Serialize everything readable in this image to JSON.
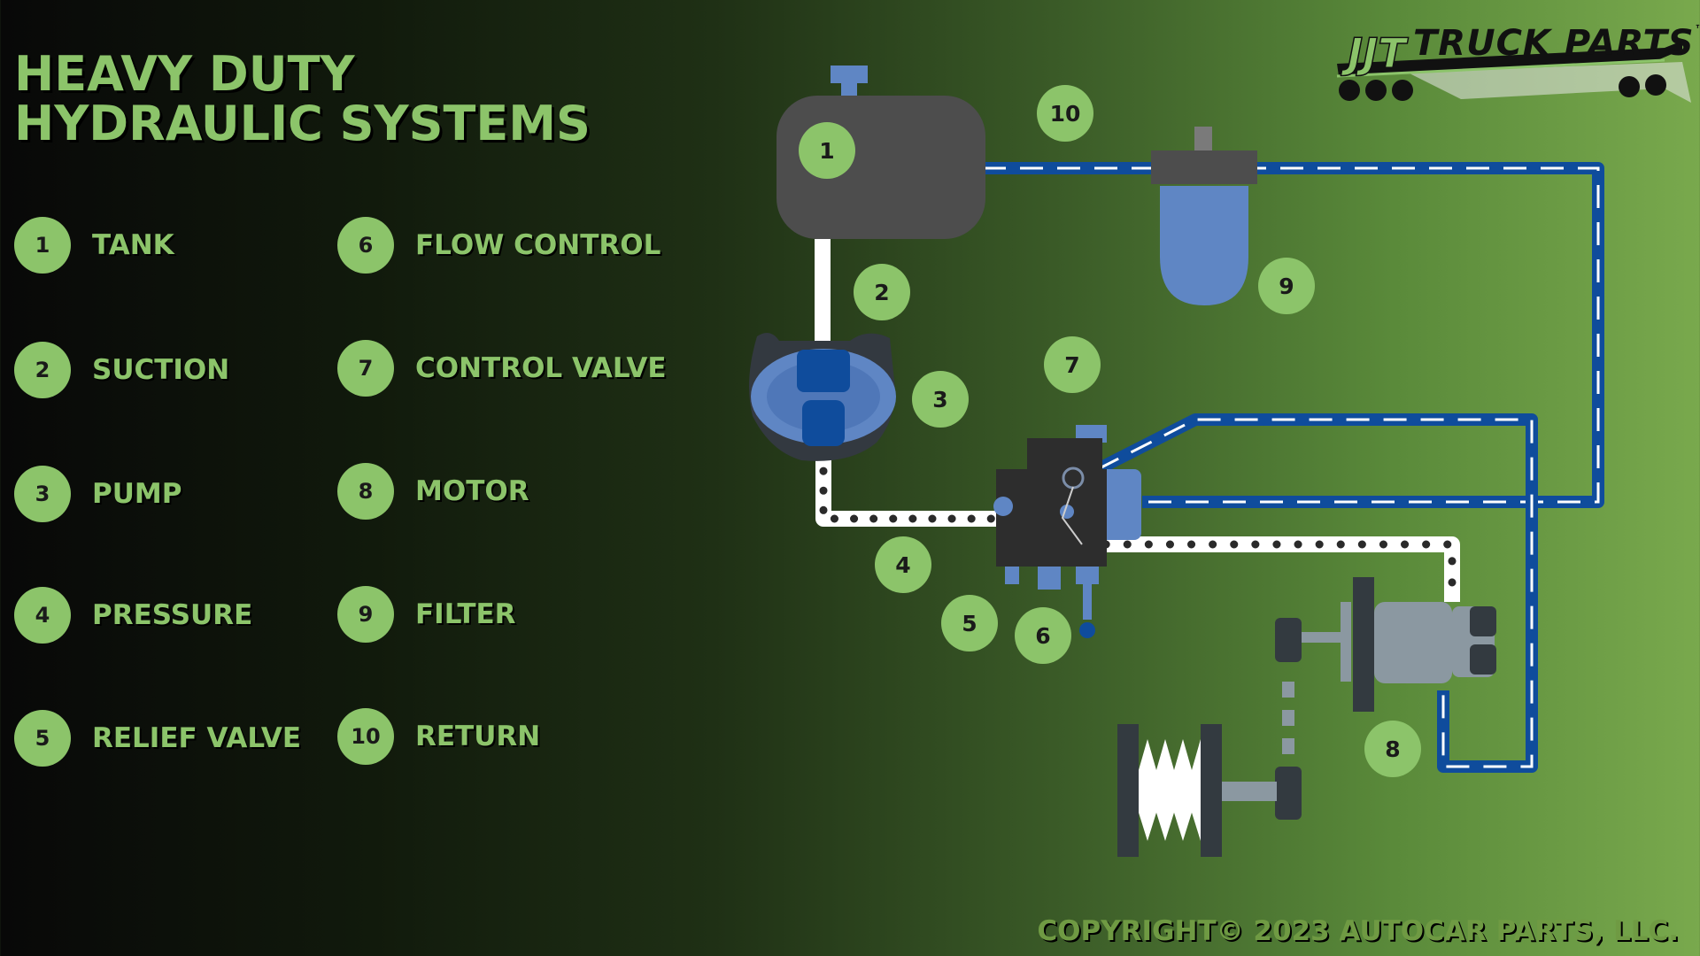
{
  "title": {
    "line1": "HEAVY DUTY",
    "line2": "HYDRAULIC SYSTEMS"
  },
  "legend": [
    {
      "num": "1",
      "label": "TANK"
    },
    {
      "num": "2",
      "label": "SUCTION"
    },
    {
      "num": "3",
      "label": "PUMP"
    },
    {
      "num": "4",
      "label": "PRESSURE"
    },
    {
      "num": "5",
      "label": "RELIEF VALVE"
    },
    {
      "num": "6",
      "label": "FLOW CONTROL"
    },
    {
      "num": "7",
      "label": "CONTROL VALVE"
    },
    {
      "num": "8",
      "label": "MOTOR"
    },
    {
      "num": "9",
      "label": "FILTER"
    },
    {
      "num": "10",
      "label": "RETURN"
    }
  ],
  "diagram_badges": {
    "tank": "1",
    "suction": "2",
    "pump": "3",
    "pressure": "4",
    "relief_valve": "5",
    "flow_control": "6",
    "control_valve": "7",
    "motor": "8",
    "filter": "9",
    "return": "10"
  },
  "logo": {
    "brand": "TRUCK PARTS",
    "mark": "JJT",
    "trademark": "™"
  },
  "copyright": "COPYRIGHT© 2023 AUTOCAR PARTS, LLC.",
  "colors": {
    "accent_green": "#8cc46a",
    "return_line": "#0f4c9c",
    "pressure_line": "#ffffff",
    "tank": "#4d4d4d",
    "filter": "#5f86c4",
    "motor": "#8b98a1"
  }
}
